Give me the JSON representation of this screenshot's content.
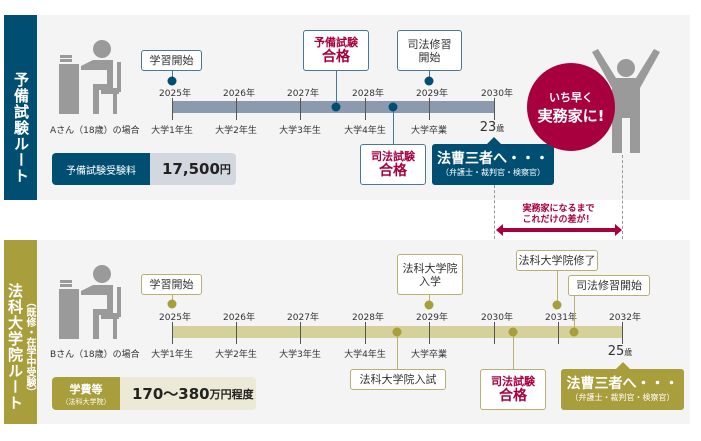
{
  "top": {
    "route_label": "予備試験ルート",
    "person_label": "Aさん（18歳）の場合",
    "years": [
      "2025年",
      "2026年",
      "2027年",
      "2028年",
      "2029年",
      "2030年"
    ],
    "grades": [
      "大学1年生",
      "大学2年生",
      "大学3年生",
      "大学4年生",
      "大学卒業"
    ],
    "events": {
      "start": "学習開始",
      "prelim_line1": "予備試験",
      "prelim_line2": "合格",
      "training_line1": "司法修習",
      "training_line2": "開始",
      "bar_line1": "司法試験",
      "bar_line2": "合格"
    },
    "age": "23",
    "age_unit": "歳",
    "goal_title": "法曹三者へ・・・",
    "goal_sub": "（弁護士・裁判官・検察官）",
    "fee_label": "予備試験受験料",
    "fee_value": "17,500",
    "fee_unit": "円",
    "badge_line1": "いち早く",
    "badge_line2": "実務家に!"
  },
  "gap_line1": "実務家になるまで",
  "gap_line2": "これだけの差が！",
  "bottom": {
    "route_label": "法科大学院ルート",
    "route_sub": "（既修・在学中受験）",
    "person_label": "Bさん（18歳）の場合",
    "years": [
      "2025年",
      "2026年",
      "2027年",
      "2028年",
      "2029年",
      "2030年",
      "2031年",
      "2032年"
    ],
    "grades": [
      "大学1年生",
      "大学2年生",
      "大学3年生",
      "大学4年生",
      "大学卒業"
    ],
    "events": {
      "start": "学習開始",
      "enroll_line1": "法科大学院",
      "enroll_line2": "入学",
      "finish": "法科大学院修了",
      "training": "司法修習開始",
      "entrance": "法科大学院入試",
      "bar_line1": "司法試験",
      "bar_line2": "合格"
    },
    "age": "25",
    "age_unit": "歳",
    "goal_title": "法曹三者へ・・・",
    "goal_sub": "（弁護士・裁判官・検察官）",
    "fee_label": "学費等",
    "fee_sub": "（法科大学院）",
    "fee_value": "170〜380",
    "fee_unit": "万円程度"
  },
  "colors": {
    "navy": "#004f73",
    "olive": "#a99e3c",
    "crimson": "#a8003e",
    "bar_top": "#8c9ab0",
    "bar_bottom": "#d6d09a"
  }
}
